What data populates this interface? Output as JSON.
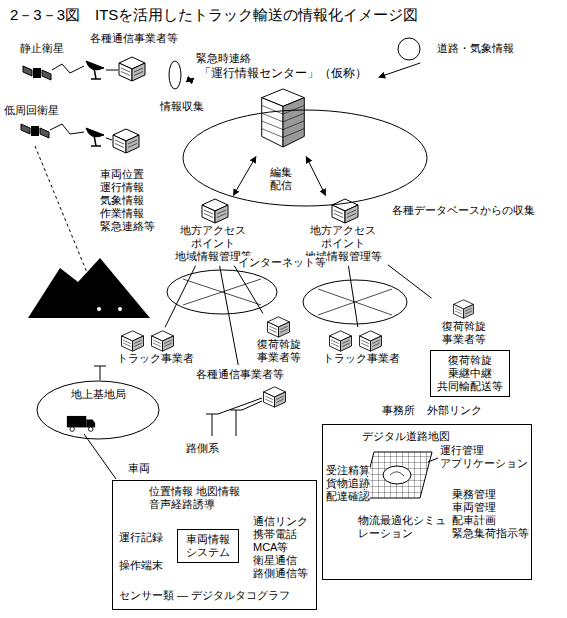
{
  "diagram": {
    "title": "2－3－3図　ITSを活用したトラック輸送の情報化イメージ図",
    "nodes": [
      {
        "text": [
          "「運行情報センター」（仮称）"
        ]
      },
      {
        "text": [
          "道路・気象情報"
        ]
      },
      {
        "text": [
          "各種通信事業者等"
        ]
      },
      {
        "text": [
          "地方アクセス ポイント 地域情報管理等"
        ]
      },
      {
        "text": [
          "地方アクセス ポイント 地域情報管理等"
        ]
      },
      {
        "text": [
          "トラック事業者"
        ]
      },
      {
        "text": [
          "復荷斡旋 事業者等"
        ]
      },
      {
        "text": [
          "各種通信事業者等"
        ]
      },
      {
        "text": [
          "トラック事業者"
        ]
      },
      {
        "text": [
          "復荷斡旋 事業者等"
        ]
      },
      {
        "text": [
          "復荷斡旋 乗継中継 共同輸配送等"
        ]
      },
      {
        "text": [
          "地上基地局"
        ]
      },
      {
        "text": [
          "位置情報 地図情報 音声経路誘導",
          "運行記録",
          "操作端末",
          "センサー類 — デジタルタコグラフ",
          "通信リンク 携帯電話 MCA等 衛星通信 路側通信等"
        ]
      },
      {
        "text": [
          "車両情報 システム"
        ],
        "in": 12
      },
      {
        "text": [
          "事務所",
          "外部リンク",
          "デジタル道路地図",
          "運行管理 アプリケーション",
          "受注精算 貨物追跡 配達確認",
          "物流最適化シミュ レーション",
          "乗務管理 車両管理 配車計画 緊急集荷指示等"
        ]
      }
    ],
    "edges": [
      {
        "from": 1,
        "to": 0,
        "arrow": "to"
      },
      {
        "from": 0,
        "to": 2,
        "arrow": "both"
      },
      {
        "from": 0,
        "to": 3,
        "arrow": "both"
      },
      {
        "from": 0,
        "to": 4,
        "arrow": "both"
      },
      {
        "from": 3,
        "to": 5,
        "arrow": "none"
      },
      {
        "from": 3,
        "to": 6,
        "arrow": "none"
      },
      {
        "from": 3,
        "to": 7,
        "arrow": "none"
      },
      {
        "from": 4,
        "to": 8,
        "arrow": "none"
      },
      {
        "from": 4,
        "to": 9,
        "arrow": "none"
      }
    ],
    "labels": [
      "静止衛星",
      "低周回衛星",
      "車両位置 運行情報 気象情報 作業情報 緊急連絡等",
      "緊急時連絡",
      "情報収集",
      "編集 配信",
      "各種データベースからの収集",
      "インターネット等",
      "路側系",
      "車両"
    ]
  }
}
